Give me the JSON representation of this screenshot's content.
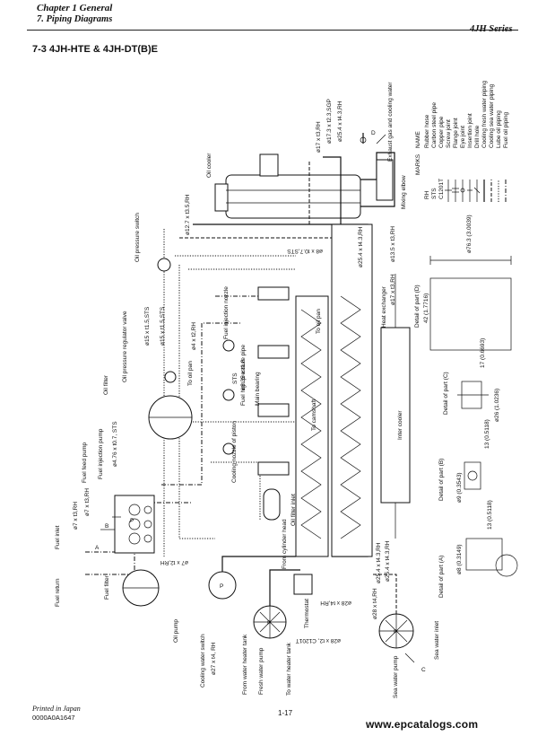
{
  "header": {
    "chapter": "Chapter 1 General",
    "section": "7. Piping Diagrams",
    "series": "4JH Series",
    "figure": "7-3 4JH-HTE & 4JH-DT(B)E"
  },
  "footer": {
    "printed": "Printed in Japan",
    "code": "0000A0A1647",
    "page": "1-17",
    "watermark": "www.epcatalogs.com"
  },
  "labels": {
    "exhaust": "Exhaust gas and cooling water",
    "oil_cooler": "Oil cooler",
    "mixing_elbow": "Mixing elbow",
    "oil_pressure_switch": "Oil pressure switch",
    "oil_pressure_regulator_valve": "Oil pressure regulator valve",
    "oil_filter": "Oil filter",
    "fuel_injection_pump": "Fuel injection pump",
    "fuel_feed_pump": "Fuel feed pump",
    "fuel_inlet": "Fuel inlet",
    "fuel_return": "Fuel return",
    "fuel_filter": "Fuel filter",
    "oil_pump": "Oil pump",
    "cooling_water_switch": "Cooling water switch",
    "from_water_heater_tank": "From water heater tank",
    "fresh_water_pump": "Fresh water pump",
    "to_water_heater_tank": "To water heater tank",
    "sea_water_pump": "Sea water pump",
    "sea_water_inlet": "Sea water inlet",
    "thermostat": "Thermostat",
    "from_cylinder_head": "From cylinder head",
    "oil_filter_inlet": "Oil filter inlet",
    "cooling_nozzle_of_piston": "Cooling nozzle of piston",
    "fuel_high_pressure_pipe": "Fuel high pressure pipe",
    "main_bearing": "Main bearing",
    "to_camshaft": "To camshaft",
    "fuel_injection_nozzle": "Fuel injection nozzle",
    "to_oil_pan_1": "To oil pan",
    "to_oil_pan_2": "To oil pan",
    "heat_exchanger": "Heat exchanger",
    "inter_cooler": "Inter cooler",
    "detail_d": "Detail of part (D)",
    "detail_c": "Detail of part (C)",
    "detail_b": "Detail of part (B)",
    "detail_a": "Detail of part (A)",
    "sts": "STS",
    "letter_a": "A",
    "letter_b": "B",
    "letter_c": "C",
    "letter_d": "D",
    "letter_p1": "P",
    "letter_p2": "P",
    "letter_p3": "P",
    "letter_p4": "P"
  },
  "pipe_specs": {
    "p1": "ø17 x t3,RH",
    "p2": "ø17.3 x t2.3,SGP",
    "p3": "ø25.4 x t4.3,RH",
    "p4": "ø12.7 x t3.5,RH",
    "p5": "ø8 x t0.7,STS",
    "p6": "ø15 x t1.5,STS",
    "p7": "ø15 x t1.5,STS",
    "p8": "ø4 x t2,RH",
    "p9": "ø6.35 x t1.8",
    "p10": "ø4.76 x t0.7, STS",
    "p11": "ø7 x t3,RH",
    "p12": "ø7 x t3,RH",
    "p13": "ø7 x t2,RH",
    "p14": "ø27 x t4, RH",
    "p15": "ø28 x t2, C1201T",
    "p16": "ø28 x t4,RH",
    "p17": "ø28 x t4,RH",
    "p18": "ø25.4 x t4.3,RH",
    "p19": "ø25.4 x t4.3,RH",
    "p20": "ø17 x t3,RH",
    "p21": "ø25.4 x t4.3,RH",
    "p22": "ø13.5 x t3,RH"
  },
  "legend": {
    "col_marks": "MARKS",
    "col_name": "NAME",
    "rows": [
      {
        "mark": "RH",
        "name": "Rubber hose"
      },
      {
        "mark": "STS",
        "name": "Carbon steel pipe"
      },
      {
        "mark": "C1201T",
        "name": "Copper pipe"
      },
      {
        "mark": "",
        "name": "Screw joint"
      },
      {
        "mark": "",
        "name": "Flange joint"
      },
      {
        "mark": "",
        "name": "Eye joint"
      },
      {
        "mark": "",
        "name": "Insertion joint"
      },
      {
        "mark": "",
        "name": "Drill hole"
      },
      {
        "mark": "",
        "name": "Cooling fresh water piping"
      },
      {
        "mark": "",
        "name": "Cooling sea water piping"
      },
      {
        "mark": "",
        "name": "Lube oil piping"
      },
      {
        "mark": "",
        "name": "Fuel oil piping"
      }
    ]
  },
  "details": {
    "d_dia": "ø76.3 (3.0039)",
    "d_len": "42 (1.7716)",
    "c_len": "17 (0.6693)",
    "c_dia": "ø26 (1.0236)",
    "b_len": "13 (0.5118)",
    "b_dia": "ø9 (0.3543)",
    "a_len": "13 (0.5118)",
    "a_dia": "ø8 (0.3149)"
  }
}
